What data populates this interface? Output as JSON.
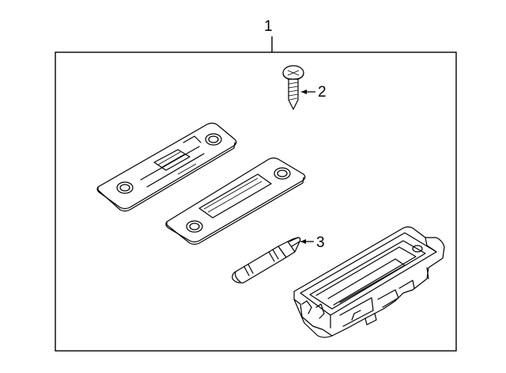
{
  "callouts": {
    "assembly": "1",
    "screw": "2",
    "bulb": "3"
  }
}
